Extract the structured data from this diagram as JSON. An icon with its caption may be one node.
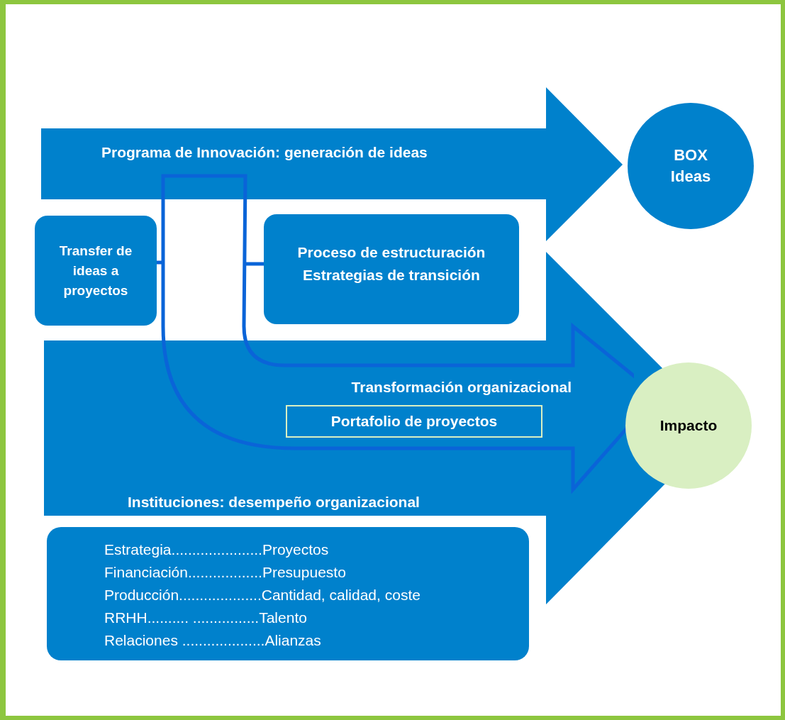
{
  "diagram": {
    "nodes": [
      {
        "text": [
          "Programa de Innovación: generación de ideas"
        ]
      },
      {
        "text": [
          "BOX Ideas"
        ]
      },
      {
        "text": [
          "Transfer de ideas a proyectos"
        ]
      },
      {
        "text": [
          "Proceso de estructuración",
          "Estrategias de transición"
        ]
      },
      {
        "text": [
          "Instituciones: desempeño organizacional"
        ]
      },
      {
        "text": [
          "Transformación organizacional"
        ]
      },
      {
        "text": [
          "Portafolio de proyectos"
        ]
      },
      {
        "text": [
          "Estrategia......................Proyectos",
          "Financiación..................Presupuesto",
          "Producción....................Cantidad, calidad, coste",
          "RRHH.......... ................Talento",
          "Relaciones ....................Alianzas"
        ]
      },
      {
        "text": [
          "Impacto"
        ]
      }
    ],
    "edges": [
      {
        "from": 2,
        "to": 5,
        "arrow": "none"
      },
      {
        "from": 3,
        "to": 5,
        "arrow": "none"
      }
    ]
  }
}
